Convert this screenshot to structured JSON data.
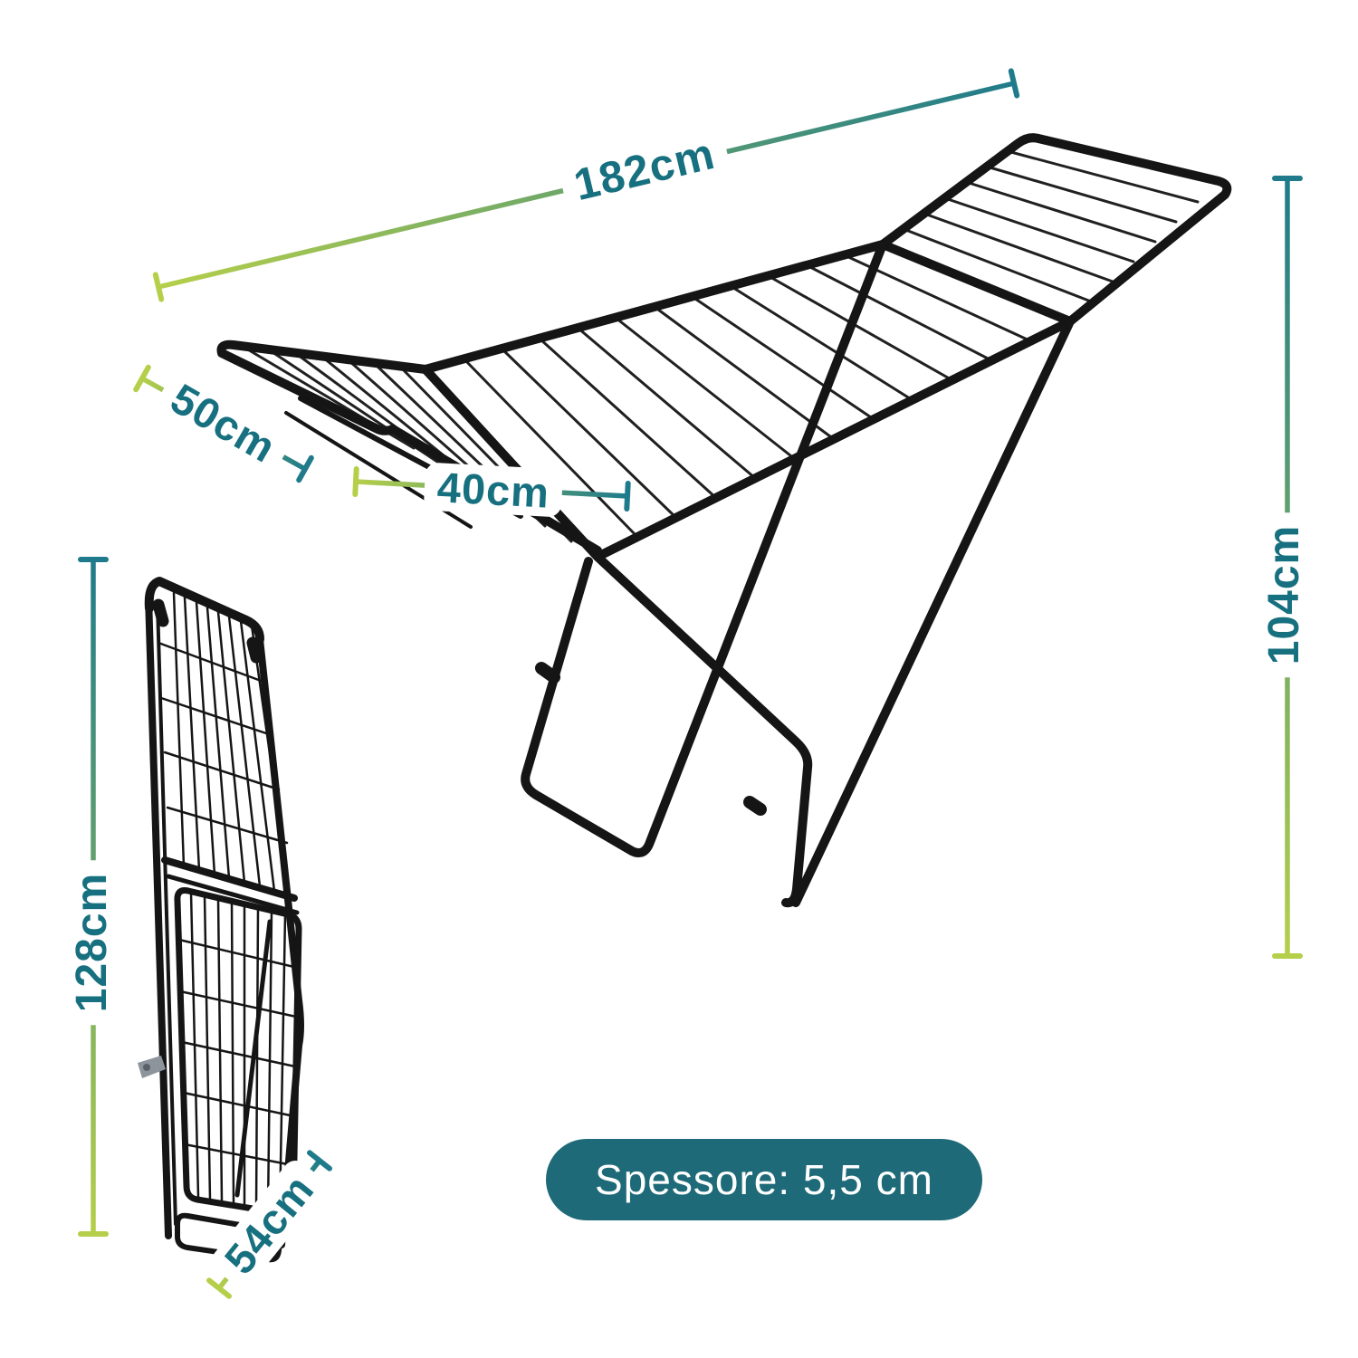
{
  "canvas": {
    "background": "#ffffff"
  },
  "palette": {
    "accent_teal": "#1f7b8b",
    "accent_green": "#b5cf4a",
    "label_text": "#17707f",
    "pill_background": "#1e6a78",
    "pill_text": "#ffffff",
    "line_art": "#151515"
  },
  "figures": {
    "open_rack": "open-winged-drying-rack-line-art",
    "folded_rack": "folded-drying-rack-line-art"
  },
  "dimensions": {
    "open_width": {
      "label": "182cm"
    },
    "wing_depth": {
      "label": "50cm"
    },
    "center_depth": {
      "label": "40cm"
    },
    "open_height": {
      "label": "104cm"
    },
    "folded_height": {
      "label": "128cm"
    },
    "folded_width": {
      "label": "54cm"
    }
  },
  "badge": {
    "label": "Spessore: 5,5 cm"
  }
}
